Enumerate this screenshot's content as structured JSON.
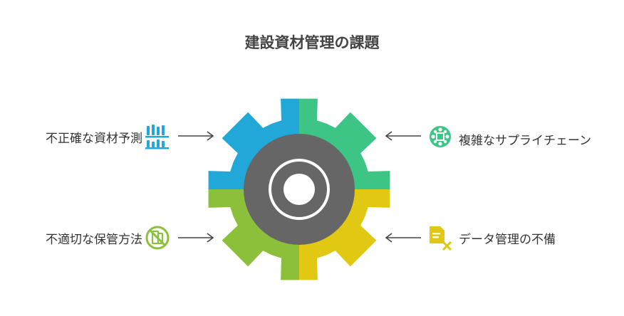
{
  "title": "建設資材管理の課題",
  "colors": {
    "top_left": "#21a8d8",
    "top_right": "#3cc584",
    "bottom_left": "#8cbf3a",
    "bottom_right": "#e0c813",
    "hub": "#666666",
    "arrow": "#444444"
  },
  "items": {
    "top_left": {
      "label": "不正確な資材予測",
      "icon": "shelf-inventory-icon"
    },
    "top_right": {
      "label": "複雑なサプライチェーン",
      "icon": "network-hub-icon"
    },
    "bottom_left": {
      "label": "不適切な保管方法",
      "icon": "no-storage-icon"
    },
    "bottom_right": {
      "label": "データ管理の不備",
      "icon": "document-error-icon"
    }
  }
}
